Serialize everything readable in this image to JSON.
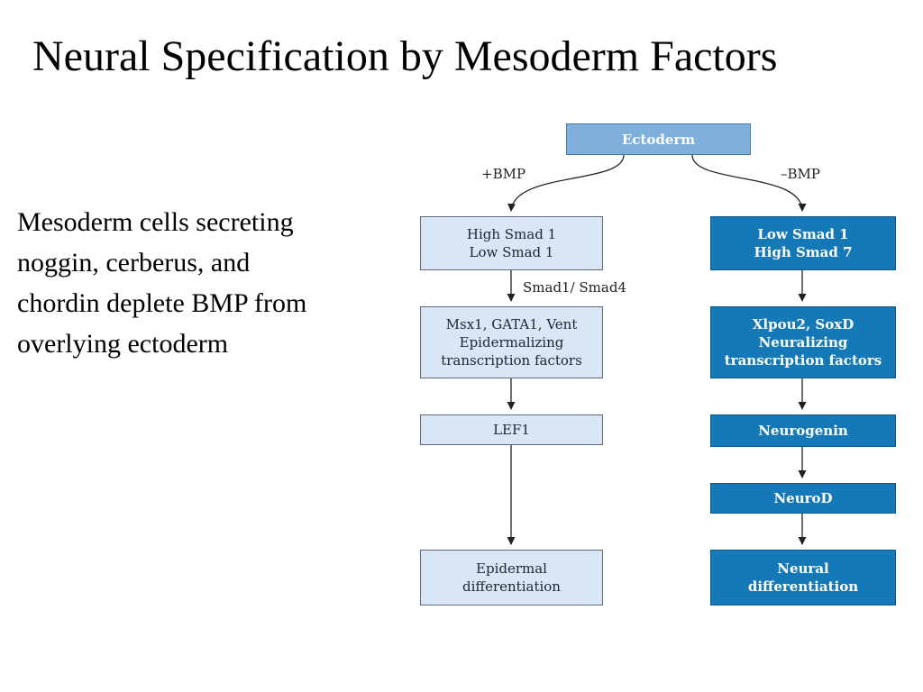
{
  "slide": {
    "title": "Neural Specification by Mesoderm Factors",
    "body_lines": [
      "Mesoderm cells secreting",
      "noggin, cerberus, and",
      "chordin deplete BMP from",
      "overlying ectoderm"
    ]
  },
  "diagram": {
    "root": "Ectoderm",
    "left_branch_label": "+BMP",
    "right_branch_label": "–BMP",
    "smad_label": "Smad1/ Smad4",
    "left": [
      [
        "High Smad 1",
        "Low Smad 1"
      ],
      [
        "Msx1, GATA1, Vent",
        "Epidermalizing",
        "transcription factors"
      ],
      [
        "LEF1"
      ],
      [
        "Epidermal",
        "differentiation"
      ]
    ],
    "right": [
      [
        "Low Smad 1",
        "High Smad 7"
      ],
      [
        "Xlpou2, SoxD",
        "Neuralizing",
        "transcription factors"
      ],
      [
        "Neurogenin"
      ],
      [
        "NeuroD"
      ],
      [
        "Neural",
        "differentiation"
      ]
    ]
  }
}
